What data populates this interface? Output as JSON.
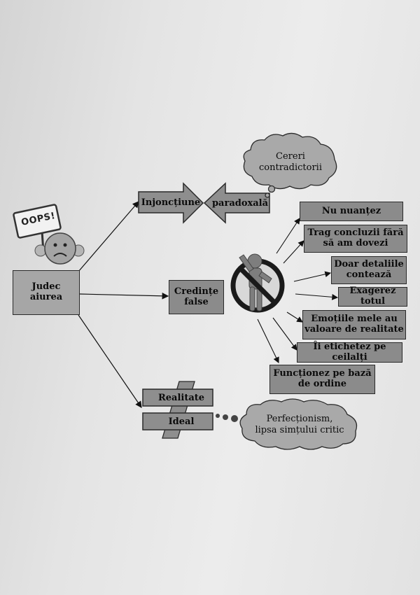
{
  "root": {
    "label": "Judec\naiurea"
  },
  "injunction": {
    "left": "Injoncțiune",
    "right": "paradoxală"
  },
  "cloud_top": {
    "label": "Cereri\ncontradictorii"
  },
  "beliefs": {
    "label": "Credințe\nfalse"
  },
  "distortions": [
    {
      "label": "Nu nuanțez"
    },
    {
      "label": "Trag concluzii fără\nsă am dovezi"
    },
    {
      "label": "Doar detaliile\ncontează"
    },
    {
      "label": "Exagerez totul"
    },
    {
      "label": "Emoțiile mele au\nvaloare de realitate"
    },
    {
      "label": "Îi etichetez pe ceilalți"
    },
    {
      "label": "Funcționez pe bază\nde ordine"
    }
  ],
  "reality_ideal": {
    "reality": "Realitate",
    "ideal": "Ideal"
  },
  "cloud_bottom": {
    "label": "Perfecționism,\nlipsa simțului critic"
  },
  "sign": {
    "text": "OOPS!"
  }
}
